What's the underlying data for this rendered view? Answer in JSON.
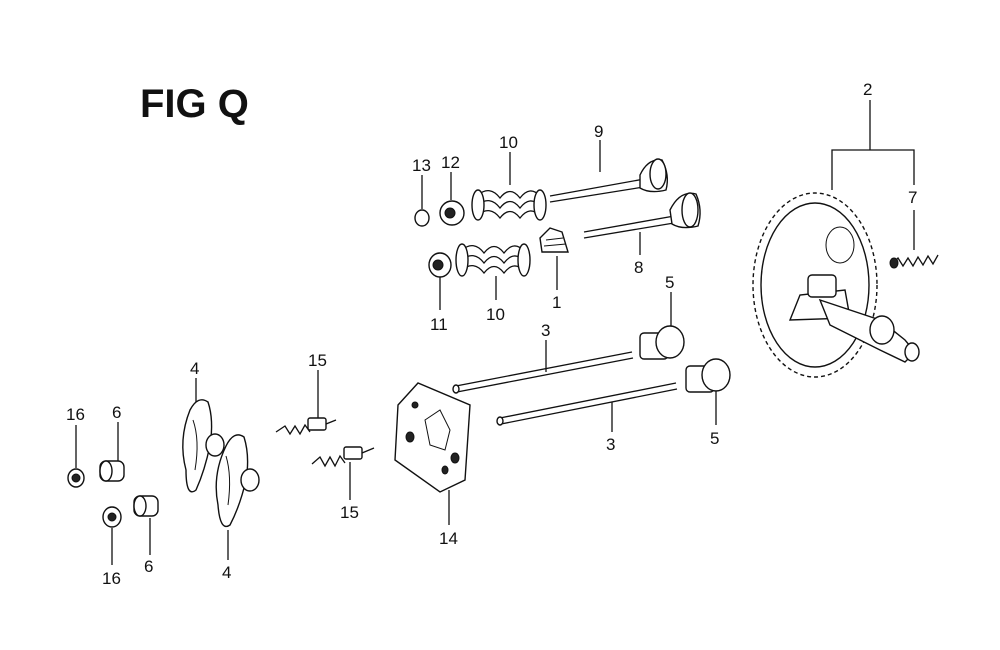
{
  "figure": {
    "title": "FIG Q",
    "callouts": {
      "c1": "1",
      "c2": "2",
      "c3a": "3",
      "c3b": "3",
      "c4a": "4",
      "c4b": "4",
      "c5a": "5",
      "c5b": "5",
      "c6a": "6",
      "c6b": "6",
      "c7": "7",
      "c8": "8",
      "c9": "9",
      "c10a": "10",
      "c10b": "10",
      "c11": "11",
      "c12": "12",
      "c13": "13",
      "c14": "14",
      "c15a": "15",
      "c15b": "15",
      "c16a": "16",
      "c16b": "16"
    }
  }
}
